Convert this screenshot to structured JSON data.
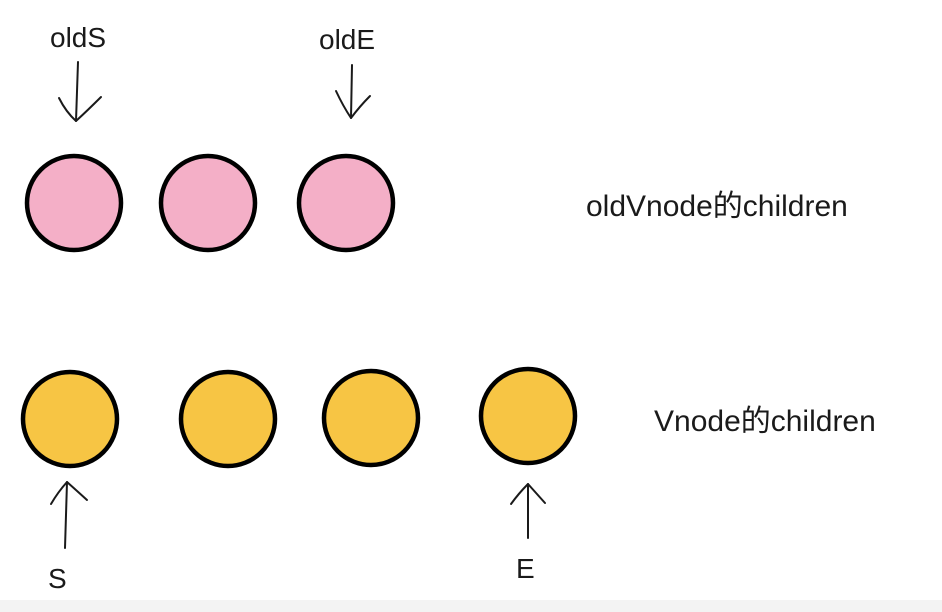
{
  "pointers": {
    "old_start": "oldS",
    "old_end": "oldE",
    "new_start": "S",
    "new_end": "E"
  },
  "rows": {
    "old": {
      "label": "oldVnode的children",
      "node_count": 3,
      "fill_color": "#f4afc7"
    },
    "new": {
      "label": "Vnode的children",
      "node_count": 4,
      "fill_color": "#f7c544"
    }
  },
  "colors": {
    "stroke": "#000000",
    "text": "#1a1a1a"
  }
}
